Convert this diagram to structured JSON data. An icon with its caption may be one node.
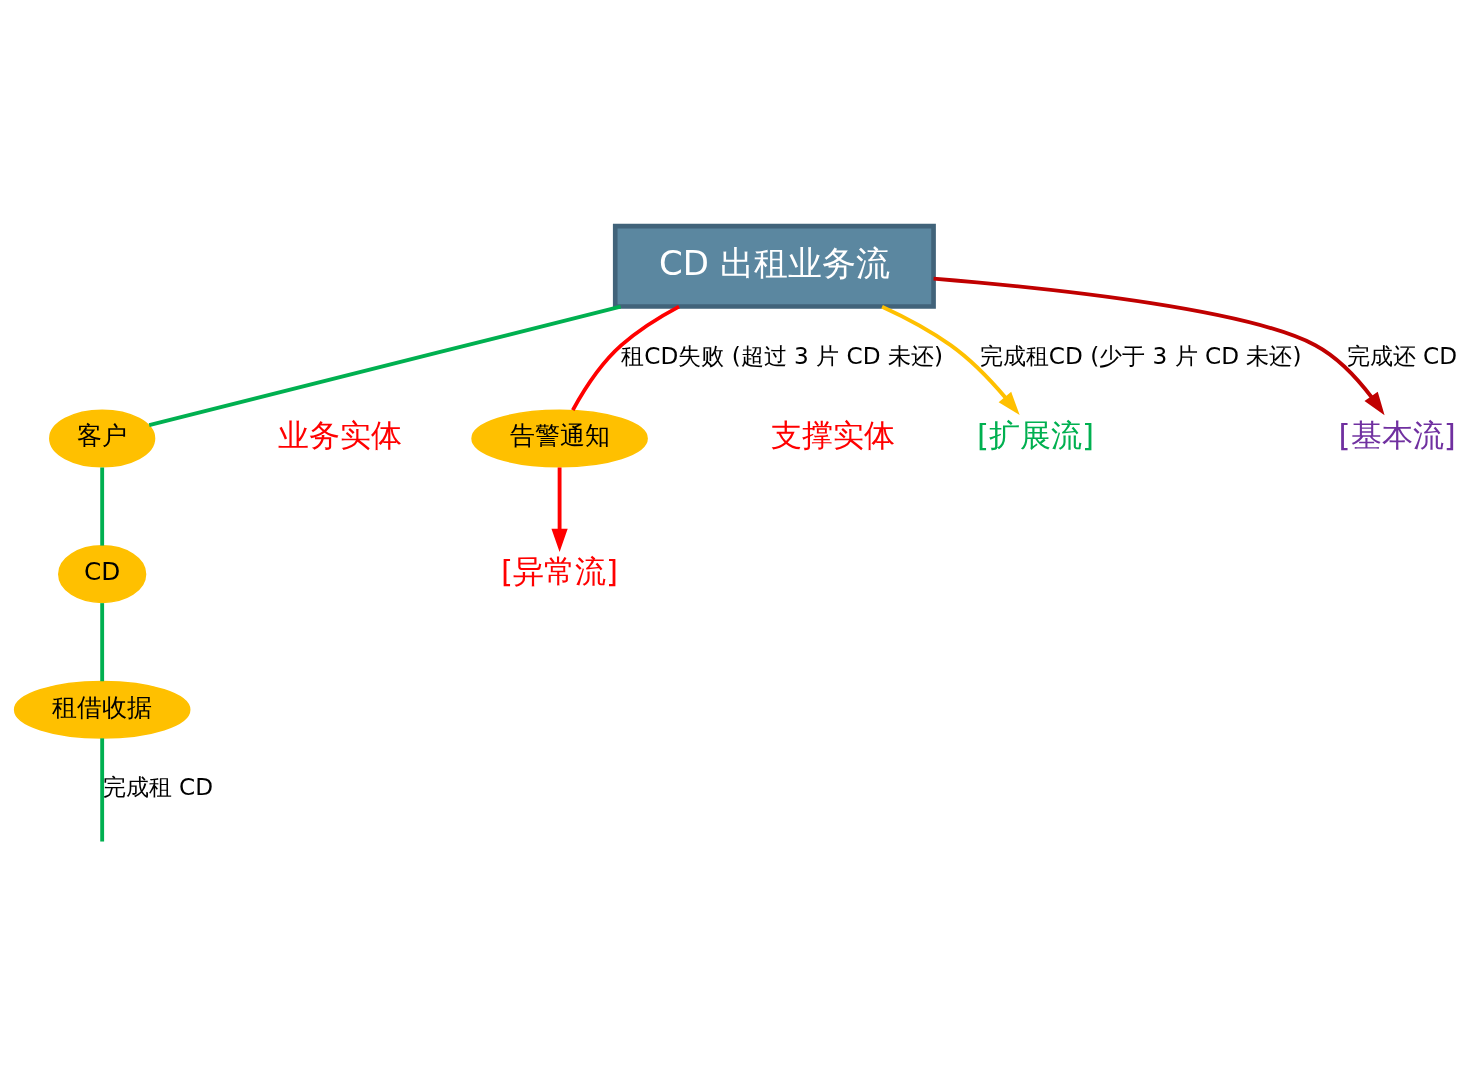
{
  "diagram": {
    "nodes": [
      {
        "text": [
          "CD 出租业务流"
        ]
      },
      {
        "text": [
          "客户"
        ]
      },
      {
        "text": [
          "CD"
        ]
      },
      {
        "text": [
          "租借收据"
        ]
      },
      {
        "text": [
          "告警通知"
        ]
      },
      {
        "text": [
          "[异常流]"
        ]
      },
      {
        "text": [
          "[扩展流]"
        ]
      },
      {
        "text": [
          "[基本流]"
        ]
      }
    ],
    "edges": [
      {
        "from": 0,
        "to": 4,
        "arrow": "none",
        "label": "租CD失败 (超过 3 片 CD 未还)",
        "color": "#ff0000"
      },
      {
        "from": 4,
        "to": 5,
        "arrow": "to",
        "color": "#ff0000"
      },
      {
        "from": 0,
        "to": 1,
        "arrow": "none",
        "color": "#00b050"
      },
      {
        "from": 1,
        "to": 2,
        "arrow": "none",
        "color": "#00b050"
      },
      {
        "from": 2,
        "to": 3,
        "arrow": "none",
        "color": "#00b050"
      },
      {
        "from": 3,
        "to": null,
        "arrow": "none",
        "label": "完成租 CD",
        "color": "#00b050"
      },
      {
        "from": 0,
        "to": 6,
        "arrow": "to",
        "label": "完成租CD (少于 3 片 CD 未还)",
        "color": "#ffc000"
      },
      {
        "from": 0,
        "to": 7,
        "arrow": "to",
        "label": "完成还 CD",
        "color": "#c00000"
      }
    ],
    "labels": [
      "支撑实体",
      "业务实体"
    ]
  }
}
